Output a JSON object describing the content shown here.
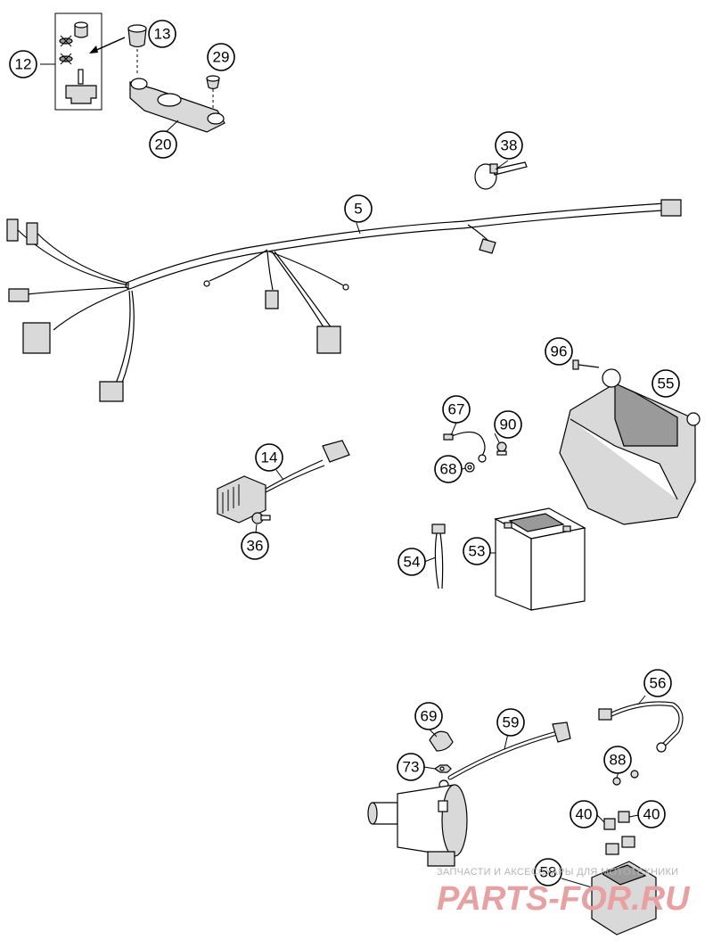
{
  "callouts": [
    {
      "id": "c12",
      "label": "12"
    },
    {
      "id": "c13",
      "label": "13"
    },
    {
      "id": "c29",
      "label": "29"
    },
    {
      "id": "c20",
      "label": "20"
    },
    {
      "id": "c38",
      "label": "38"
    },
    {
      "id": "c5",
      "label": "5"
    },
    {
      "id": "c96",
      "label": "96"
    },
    {
      "id": "c55",
      "label": "55"
    },
    {
      "id": "c67",
      "label": "67"
    },
    {
      "id": "c90",
      "label": "90"
    },
    {
      "id": "c68",
      "label": "68"
    },
    {
      "id": "c14",
      "label": "14"
    },
    {
      "id": "c36",
      "label": "36"
    },
    {
      "id": "c54",
      "label": "54"
    },
    {
      "id": "c53",
      "label": "53"
    },
    {
      "id": "c56",
      "label": "56"
    },
    {
      "id": "c69",
      "label": "69"
    },
    {
      "id": "c59",
      "label": "59"
    },
    {
      "id": "c73",
      "label": "73"
    },
    {
      "id": "c88",
      "label": "88"
    },
    {
      "id": "c40a",
      "label": "40"
    },
    {
      "id": "c40b",
      "label": "40"
    },
    {
      "id": "c58",
      "label": "58"
    }
  ],
  "watermark": {
    "caption": "ЗАПЧАСТИ И АКСЕССУАРЫ ДЛЯ МОТОТЕХНИКИ",
    "logo_text": "PARTS-FOR.RU",
    "logo_color": "#e8a0a0"
  },
  "colors": {
    "line": "#000000",
    "shade": "#d9d9d9",
    "dark_shade": "#9a9a9a",
    "background": "#ffffff"
  }
}
